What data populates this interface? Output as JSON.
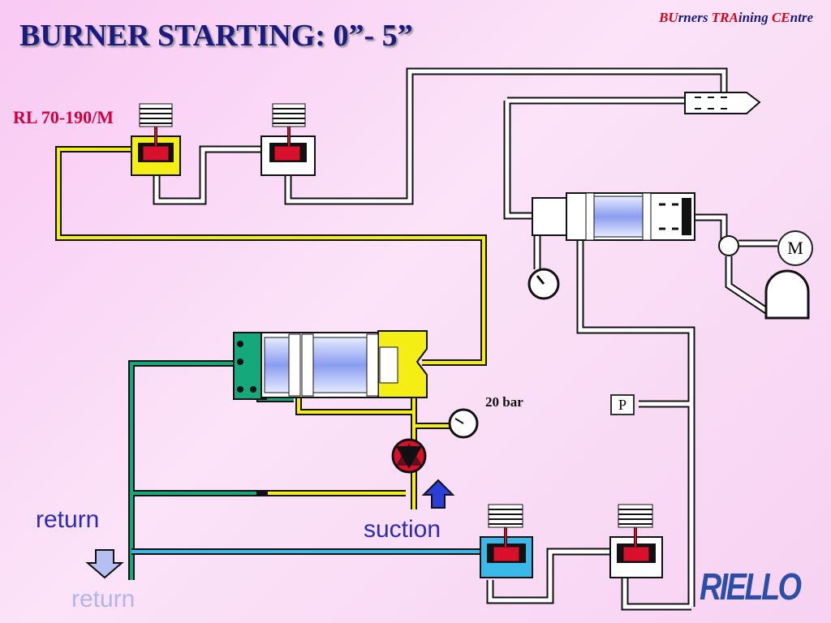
{
  "title": "BURNER  STARTING: 0”- 5”",
  "brand": {
    "bu": "BU",
    "rners": "rners ",
    "tra": "TRA",
    "ining": "ining ",
    "ce": "CE",
    "ntre": "ntre"
  },
  "model": "RL 70-190/M",
  "labels": {
    "pressure": "20 bar",
    "return": "return",
    "return_faded": "return",
    "suction": "suction",
    "pressure_switch": "P",
    "motor": "M"
  },
  "logo": "RIELLO",
  "colors": {
    "supply_line": "#f4ee14",
    "return_line_teal": "#14a87a",
    "return_line_cyan": "#3ab8e8",
    "valve_red": "#d8102c",
    "piston_blue": "#8a9cf0",
    "title_blue": "#1a1a80",
    "accent_red": "#d4001a"
  }
}
